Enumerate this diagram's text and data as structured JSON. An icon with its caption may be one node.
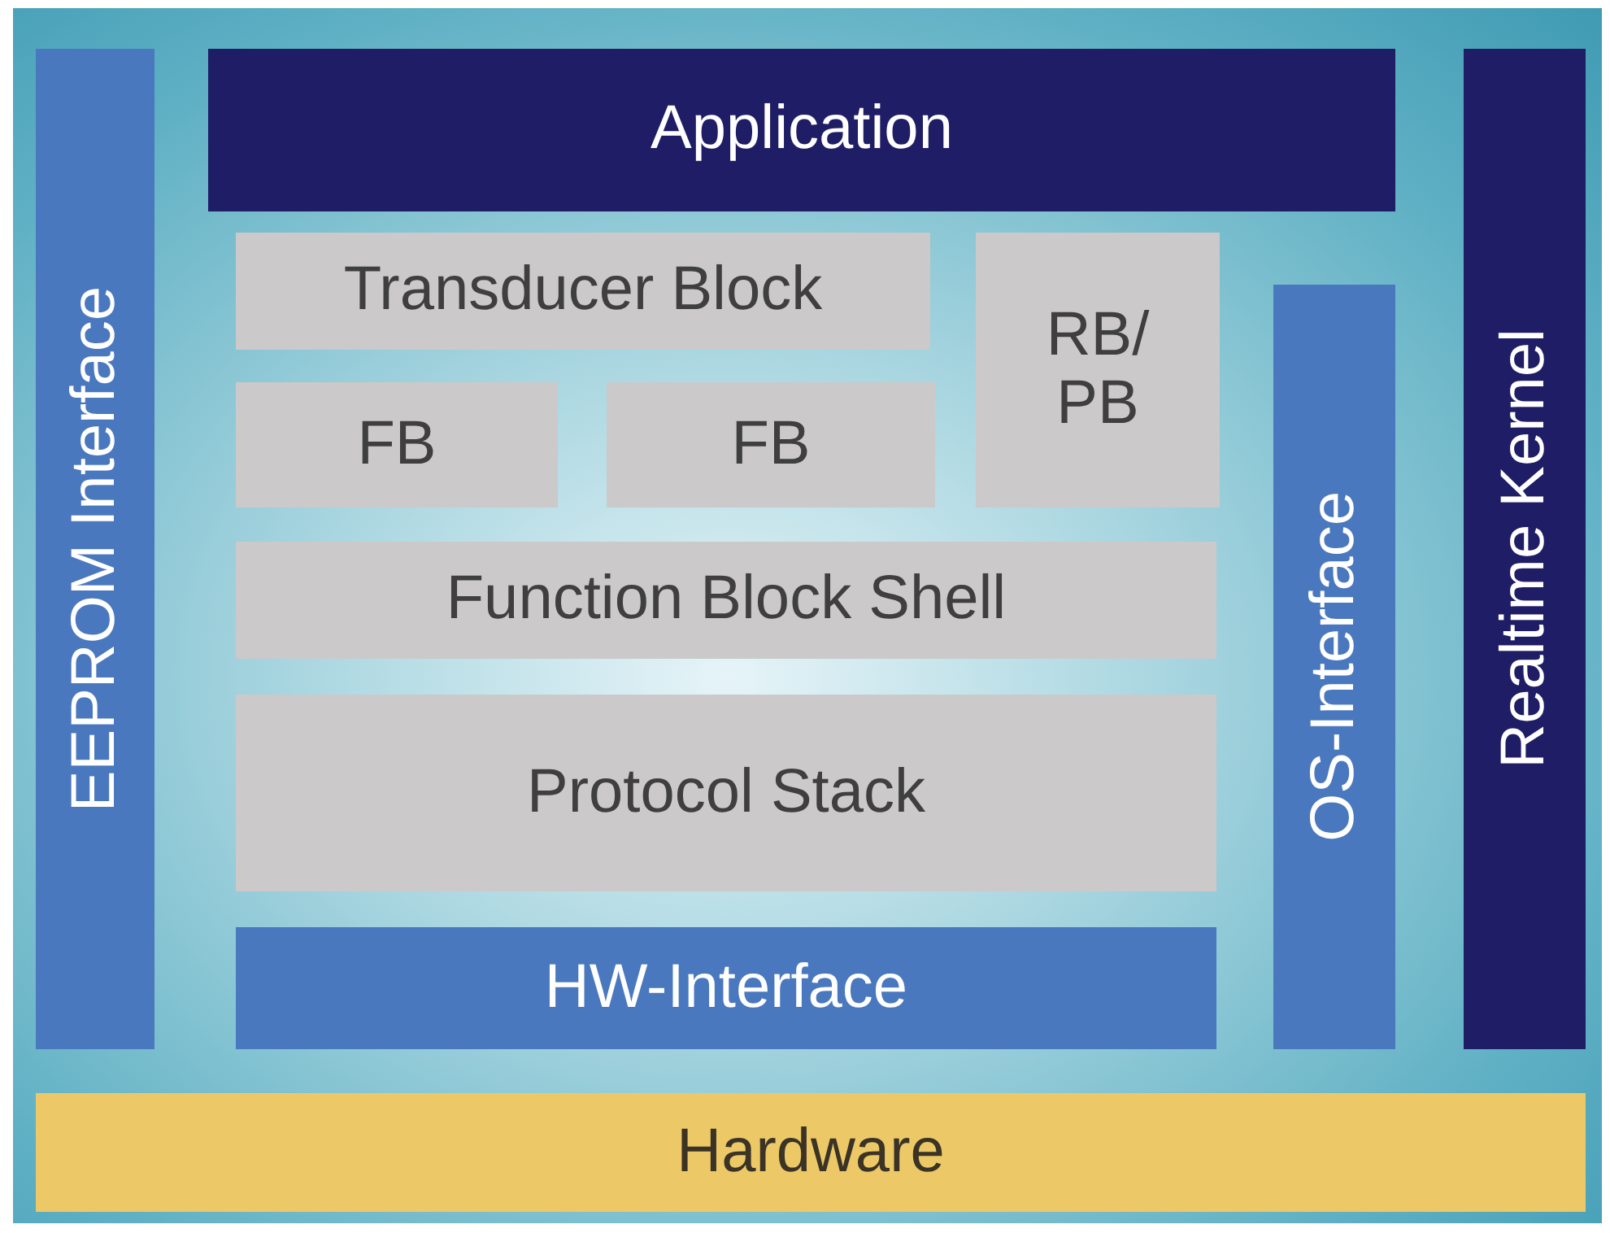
{
  "diagram": {
    "nodes": [
      {
        "text": [
          "EEPROM Interface"
        ]
      },
      {
        "text": [
          "Application"
        ]
      },
      {
        "text": [
          "Realtime Kernel"
        ]
      },
      {
        "text": [
          "Transducer Block"
        ]
      },
      {
        "text": [
          "RB/ PB"
        ]
      },
      {
        "text": [
          "FB"
        ]
      },
      {
        "text": [
          "FB"
        ]
      },
      {
        "text": [
          "OS-Interface"
        ]
      },
      {
        "text": [
          "Function Block Shell"
        ]
      },
      {
        "text": [
          "Protocol Stack"
        ]
      },
      {
        "text": [
          "HW-Interface"
        ]
      },
      {
        "text": [
          "Hardware"
        ]
      }
    ]
  }
}
